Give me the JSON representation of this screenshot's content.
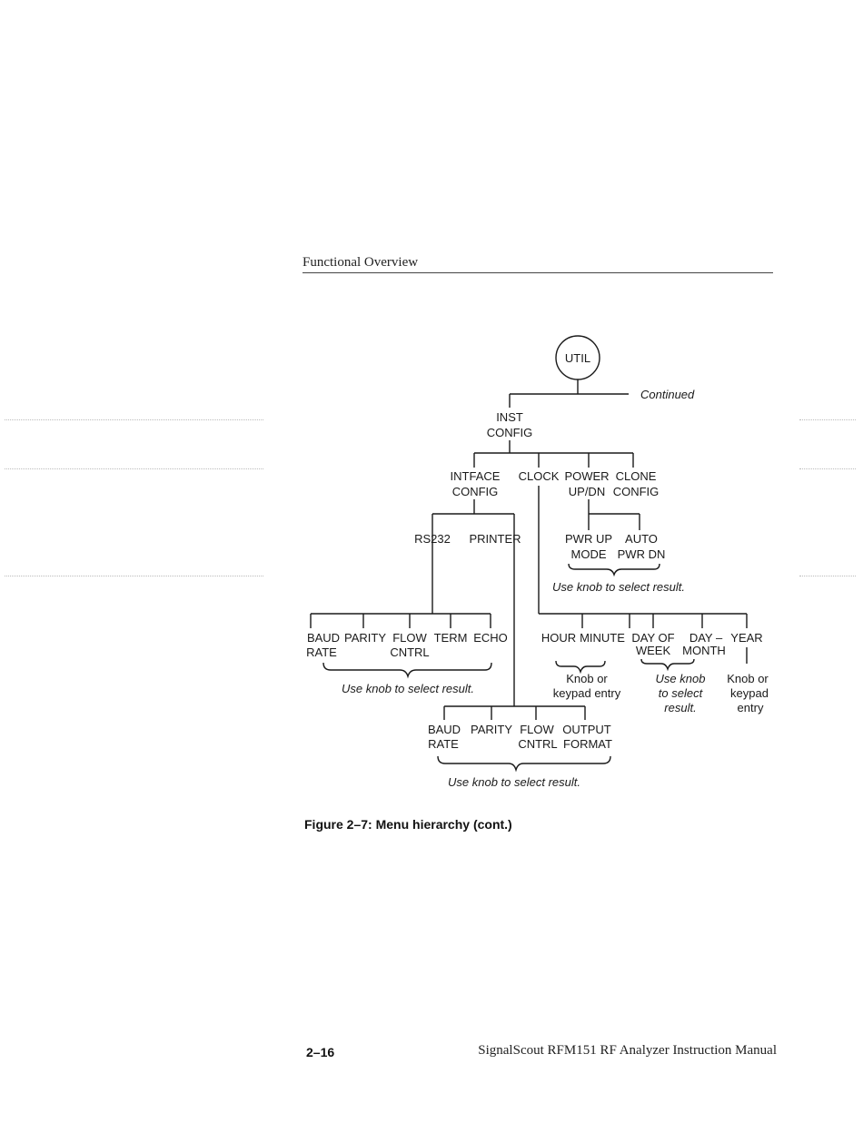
{
  "header": {
    "title": "Functional Overview"
  },
  "diagram": {
    "root": "UTIL",
    "continued": "Continued",
    "inst_config": [
      "INST",
      "CONFIG"
    ],
    "intface_config": [
      "INTFACE",
      "CONFIG"
    ],
    "clock": "CLOCK",
    "power_updn": [
      "POWER",
      "UP/DN"
    ],
    "clone_config": [
      "CLONE",
      "CONFIG"
    ],
    "rs232": "RS232",
    "printer": "PRINTER",
    "pwr_up_mode": [
      "PWR UP",
      "MODE"
    ],
    "auto_pwr_dn": [
      "AUTO",
      "PWR DN"
    ],
    "note_power": "Use knob to select result.",
    "rs232_items": {
      "baud_rate": [
        "BAUD",
        "RATE"
      ],
      "parity": "PARITY",
      "flow_cntrl": [
        "FLOW",
        "CNTRL"
      ],
      "term": "TERM",
      "echo": "ECHO"
    },
    "note_rs232": "Use knob to select result.",
    "clock_items": {
      "hour": "HOUR",
      "minute": "MINUTE",
      "day_of_week": [
        "DAY OF",
        "WEEK"
      ],
      "day_month": [
        "DAY –",
        "MONTH"
      ],
      "year": "YEAR"
    },
    "note_hour_minute": [
      "Knob or",
      "keypad entry"
    ],
    "note_day": [
      "Use knob",
      "to select",
      "result."
    ],
    "note_year": [
      "Knob or",
      "keypad",
      "entry"
    ],
    "printer_items": {
      "baud_rate": [
        "BAUD",
        "RATE"
      ],
      "parity": "PARITY",
      "flow_cntrl": [
        "FLOW",
        "CNTRL"
      ],
      "output_format": [
        "OUTPUT",
        "FORMAT"
      ]
    },
    "note_printer": "Use knob to select result."
  },
  "caption": "Figure 2–7: Menu hierarchy (cont.)",
  "footer": {
    "page_number": "2–16",
    "manual_title": "SignalScout RFM151 RF Analyzer Instruction Manual"
  }
}
